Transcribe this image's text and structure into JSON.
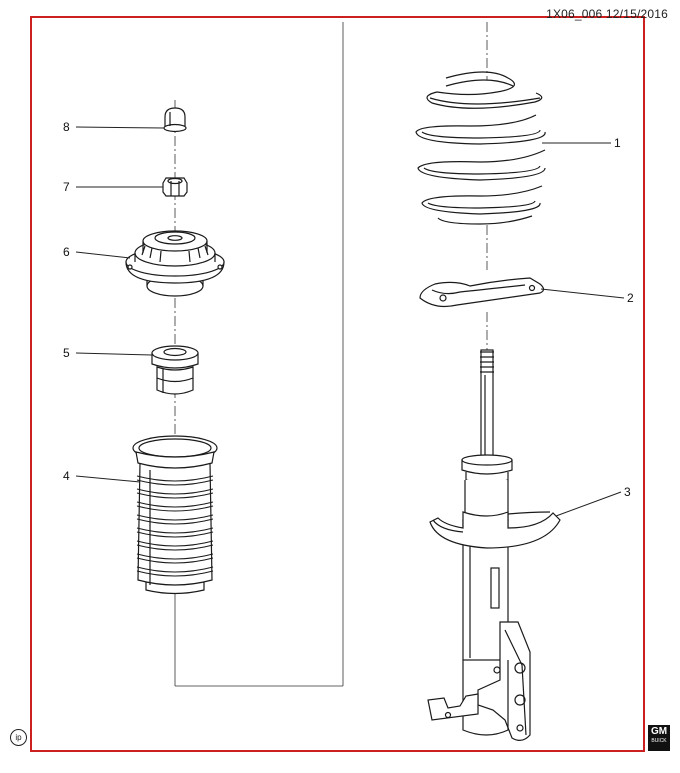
{
  "header": {
    "code": "1X06_006 12/15/2016"
  },
  "parts": [
    {
      "number": "1",
      "name": "coil-spring"
    },
    {
      "number": "2",
      "name": "spring-upper-insulator"
    },
    {
      "number": "3",
      "name": "strut-assembly"
    },
    {
      "number": "4",
      "name": "dust-boot"
    },
    {
      "number": "5",
      "name": "bump-stop"
    },
    {
      "number": "6",
      "name": "strut-mount"
    },
    {
      "number": "7",
      "name": "nut"
    },
    {
      "number": "8",
      "name": "cap"
    }
  ],
  "badges": {
    "ip": "ip",
    "gm": "GM",
    "gm_sub": "BUICK"
  },
  "colors": {
    "frame": "#cc1f1f",
    "line": "#1a1a1a",
    "leader": "#222222"
  }
}
